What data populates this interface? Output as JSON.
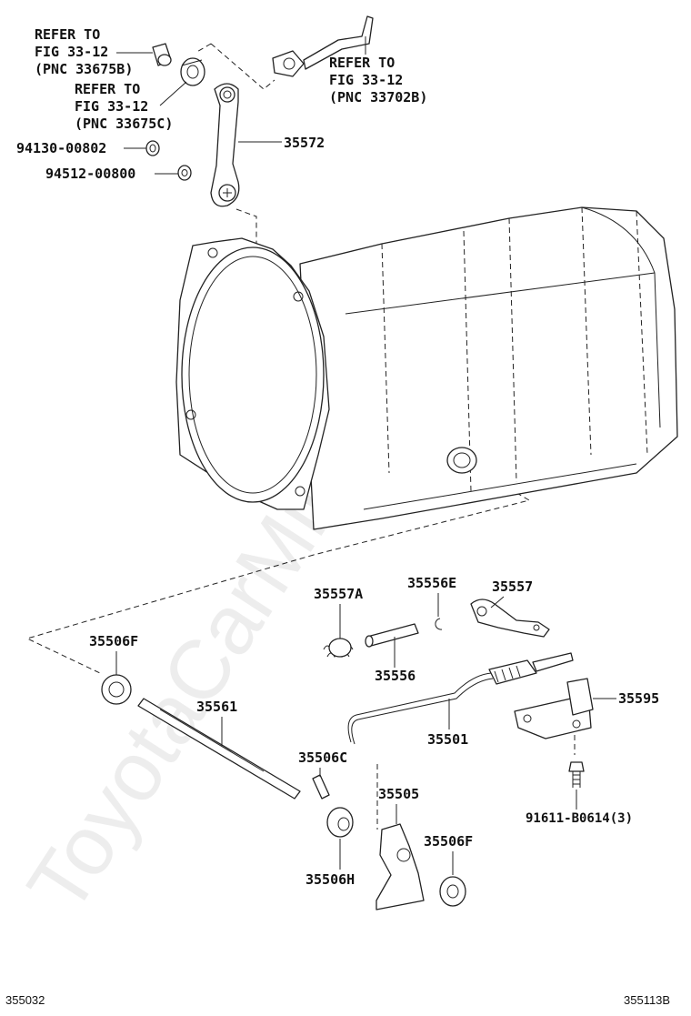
{
  "watermark": "ToyotaCarMine.ru",
  "refs": {
    "ref_a": [
      "REFER TO",
      "FIG 33-12",
      "(PNC 33675B)"
    ],
    "ref_b": [
      "REFER TO",
      "FIG 33-12",
      "(PNC 33675C)"
    ],
    "ref_c": [
      "REFER TO",
      "FIG 33-12",
      "(PNC 33702B)"
    ]
  },
  "parts": {
    "p94130": "94130-00802",
    "p94512": "94512-00800",
    "p35572": "35572",
    "p35557A": "35557A",
    "p35556E": "35556E",
    "p35557": "35557",
    "p35556": "35556",
    "p35506F_a": "35506F",
    "p35561": "35561",
    "p35501": "35501",
    "p35595": "35595",
    "p35506C": "35506C",
    "p35505": "35505",
    "p91611": "91611-B0614(3)",
    "p35506H": "35506H",
    "p35506F_b": "35506F"
  },
  "codes": {
    "left": "355032",
    "right": "355113B"
  }
}
